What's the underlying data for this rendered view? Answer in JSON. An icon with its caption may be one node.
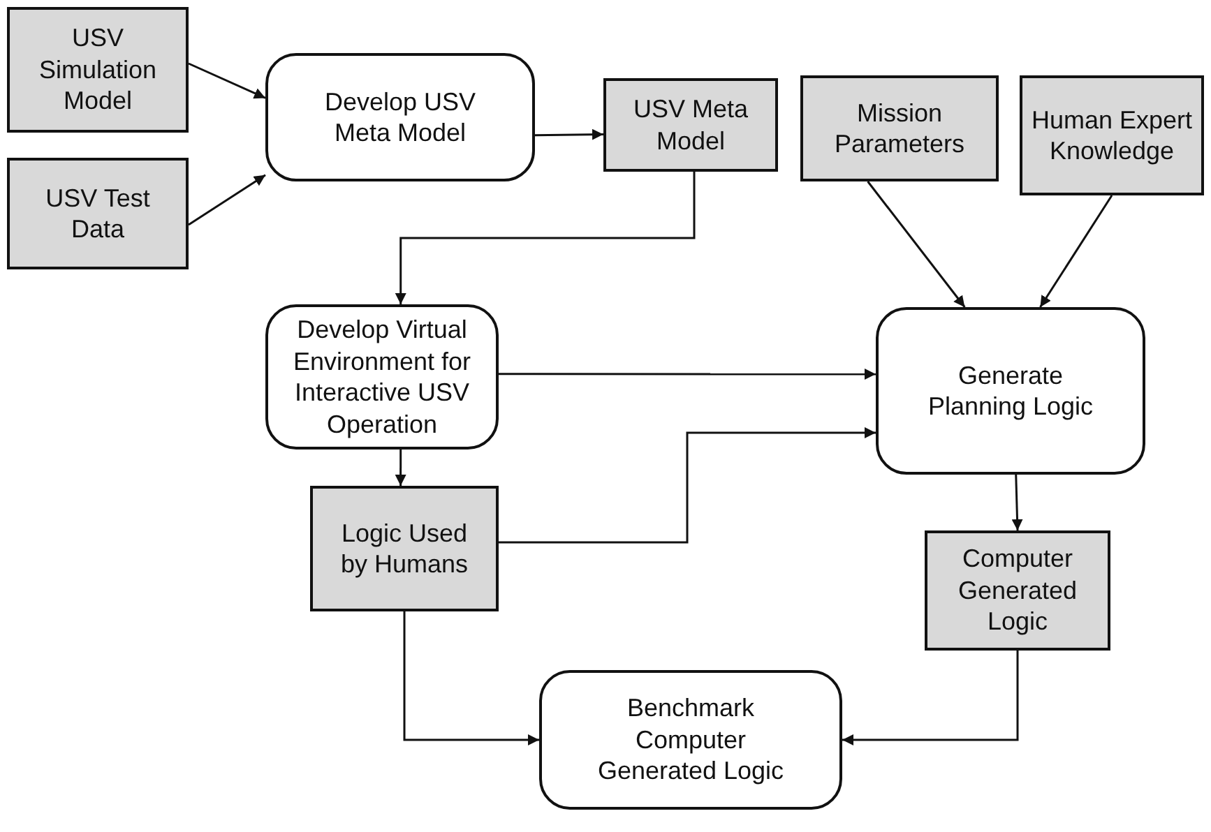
{
  "diagram": {
    "nodes": [
      {
        "text": [
          "USV Simulation Model"
        ]
      },
      {
        "text": [
          "USV Test Data"
        ]
      },
      {
        "text": [
          "Develop USV Meta Model"
        ]
      },
      {
        "text": [
          "USV Meta Model"
        ]
      },
      {
        "text": [
          "Mission Parameters"
        ]
      },
      {
        "text": [
          "Human Expert Knowledge"
        ]
      },
      {
        "text": [
          "Develop Virtual Environment for Interactive USV Operation"
        ]
      },
      {
        "text": [
          "Generate Planning Logic"
        ]
      },
      {
        "text": [
          "Logic Used by Humans"
        ]
      },
      {
        "text": [
          "Computer Generated Logic"
        ]
      },
      {
        "text": [
          "Benchmark Computer Generated Logic"
        ]
      }
    ],
    "edges": [
      {
        "from": 0,
        "to": 2,
        "arrow": "to"
      },
      {
        "from": 1,
        "to": 2,
        "arrow": "to"
      },
      {
        "from": 2,
        "to": 3,
        "arrow": "to"
      },
      {
        "from": 3,
        "to": 6,
        "arrow": "to"
      },
      {
        "from": 4,
        "to": 7,
        "arrow": "to"
      },
      {
        "from": 5,
        "to": 7,
        "arrow": "to"
      },
      {
        "from": 6,
        "to": 7,
        "arrow": "to"
      },
      {
        "from": 6,
        "to": 8,
        "arrow": "to"
      },
      {
        "from": 8,
        "to": 7,
        "arrow": "to"
      },
      {
        "from": 7,
        "to": 9,
        "arrow": "to"
      },
      {
        "from": 8,
        "to": 10,
        "arrow": "to"
      },
      {
        "from": 9,
        "to": 10,
        "arrow": "to"
      }
    ]
  }
}
